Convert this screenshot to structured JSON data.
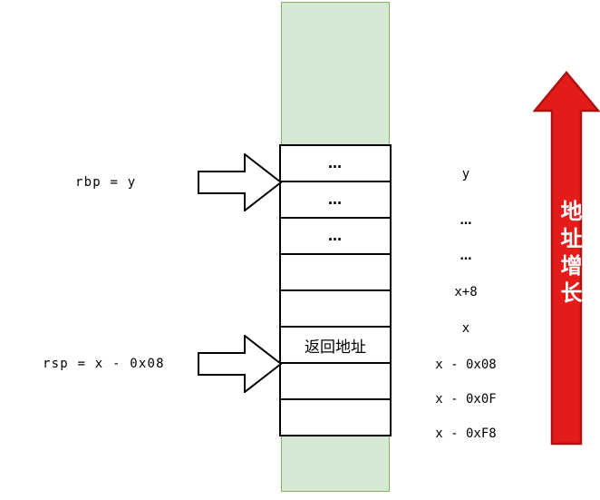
{
  "diagram": {
    "left_labels": {
      "rbp": "rbp = y",
      "rsp": "rsp = x - 0x08"
    },
    "stack": {
      "cells": [
        "…",
        "…",
        "…",
        "",
        "",
        "返回地址",
        "",
        ""
      ]
    },
    "right_labels": {
      "0": "y",
      "1": "…",
      "2": "…",
      "3": "x+8",
      "4": "x",
      "5": "x - 0x08",
      "6": "x - 0x0F",
      "7": "x - 0xF8"
    },
    "growth_arrow_label": "地址增长",
    "colors": {
      "band_fill": "#d5e8d4",
      "band_border": "#82b366",
      "growth_arrow_fill": "#e41c19",
      "growth_arrow_border": "#b01010"
    }
  }
}
